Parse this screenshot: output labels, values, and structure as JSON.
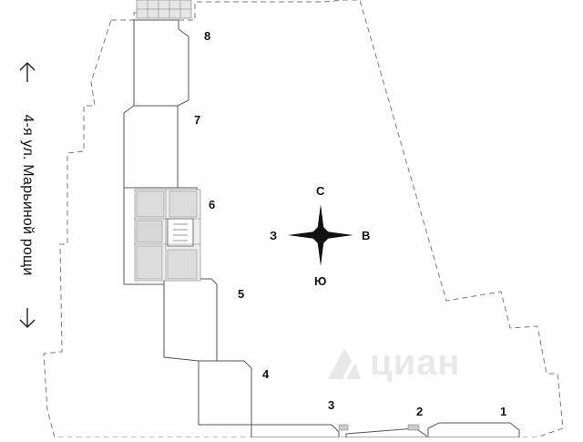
{
  "street": {
    "label": "4-я ул. Марьиной рощи",
    "arrow_up_icon": "arrow-up-icon",
    "arrow_down_icon": "arrow-down-icon"
  },
  "buildings": [
    {
      "number": "1"
    },
    {
      "number": "2"
    },
    {
      "number": "3"
    },
    {
      "number": "4"
    },
    {
      "number": "5"
    },
    {
      "number": "6"
    },
    {
      "number": "7"
    },
    {
      "number": "8"
    }
  ],
  "compass": {
    "north": "С",
    "south": "Ю",
    "west": "З",
    "east": "В",
    "icon": "compass-star-icon"
  },
  "watermark": {
    "text": "циан",
    "icon": "cian-logo-icon"
  },
  "colors": {
    "outline": "#7a7a7a",
    "building_outline": "#555555",
    "text": "#111111",
    "floorplan_fill": "#e6e6e6"
  }
}
